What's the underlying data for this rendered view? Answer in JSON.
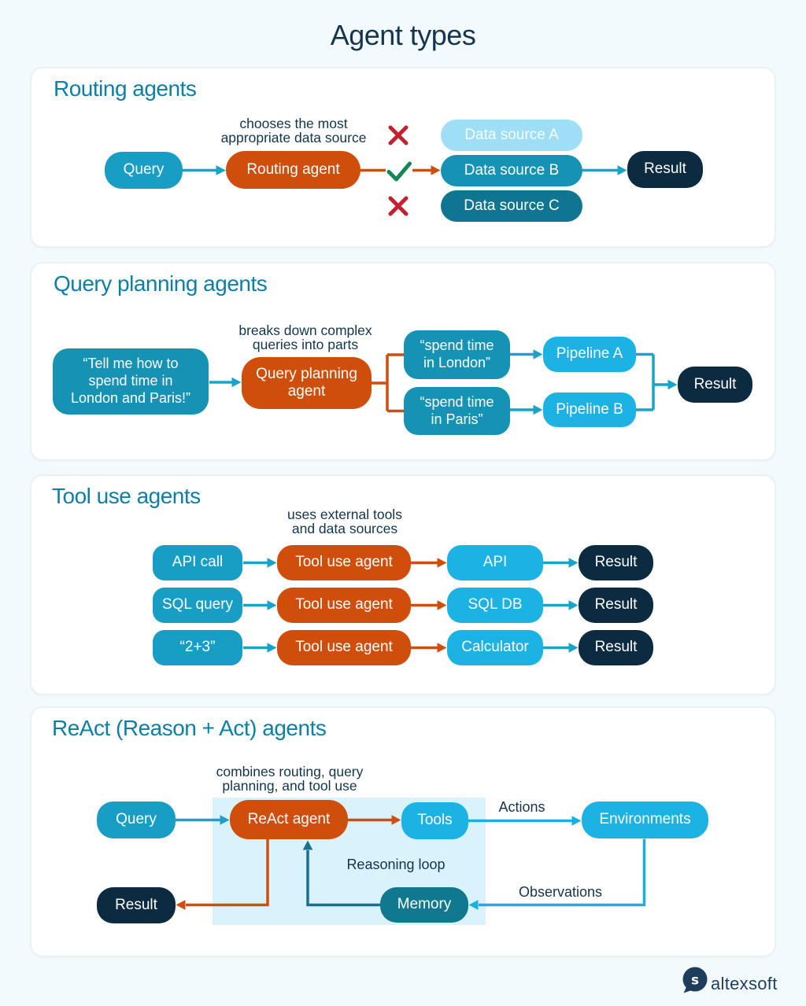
{
  "page_title": "Agent types",
  "colors": {
    "background": "#f3fafd",
    "panel": "#ffffff",
    "heading_teal": "#0e7fa4",
    "dark_navy": "#0d2b40",
    "teal_node": "#189ec5",
    "medium_teal_node": "#1692b5",
    "dark_teal_node": "#0f7591",
    "light_cyan_node": "#9edff6",
    "bright_cyan_node": "#1cb2e3",
    "orange_node": "#cf4e0b",
    "memory_node": "#11798f",
    "cyan_arrow": "#18a3c9",
    "bright_cyan_arrow": "#1ab0de",
    "orange_arrow": "#cf4e0b",
    "loop_arrow": "#17708f",
    "check_green": "#148556",
    "cross_red": "#c32030",
    "loop_background": "#d9f2fb"
  },
  "sections": {
    "routing": {
      "title": "Routing agents",
      "caption": "chooses the most\nappropriate data source",
      "icons": {
        "reject": "✕",
        "accept": "✓"
      },
      "nodes": {
        "query": "Query",
        "agent": "Routing agent",
        "source_a": "Data source A",
        "source_b": "Data source B",
        "source_c": "Data source C",
        "result": "Result"
      }
    },
    "planning": {
      "title": "Query planning agents",
      "caption": "breaks down complex\nqueries into parts",
      "nodes": {
        "input": "“Tell me how to\nspend time in\nLondon and Paris!”",
        "agent": "Query planning\nagent",
        "part_london": "“spend time\nin London”",
        "part_paris": "“spend time\nin Paris”",
        "pipeline_a": "Pipeline A",
        "pipeline_b": "Pipeline B",
        "result": "Result"
      }
    },
    "tools": {
      "title": "Tool use agents",
      "caption": "uses external tools\nand data sources",
      "rows": [
        {
          "input": "API call",
          "agent": "Tool use agent",
          "tool": "API",
          "result": "Result"
        },
        {
          "input": "SQL query",
          "agent": "Tool use agent",
          "tool": "SQL DB",
          "result": "Result"
        },
        {
          "input": "“2+3”",
          "agent": "Tool use agent",
          "tool": "Calculator",
          "result": "Result"
        }
      ]
    },
    "react": {
      "title": "ReAct (Reason + Act) agents",
      "caption": "combines routing, query\nplanning, and tool use",
      "nodes": {
        "query": "Query",
        "agent": "ReAct agent",
        "tools": "Tools",
        "environments": "Environments",
        "memory": "Memory",
        "result": "Result"
      },
      "labels": {
        "actions": "Actions",
        "observations": "Observations",
        "reasoning_loop": "Reasoning loop"
      }
    }
  },
  "footer": {
    "brand": "altexsoft"
  }
}
